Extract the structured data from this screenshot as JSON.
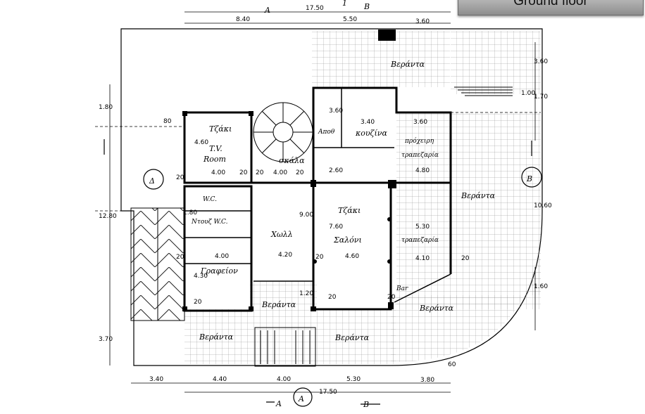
{
  "banner": {
    "title": "Ground floor"
  },
  "rooms": {
    "tzaki_tv": "Τζάκι",
    "tv_room": "T.V.",
    "tv_room_2": "Room",
    "tv_dim": "4.00",
    "wc": "W.C.",
    "ntouz_wc": "Ντουζ W.C.",
    "grafeion": "Γραφείον",
    "grafeion_dim": "4.00",
    "hol": "Χωλλ",
    "hol_dim": "4.20",
    "skala": "σκάλα",
    "skala_dim": "4.00",
    "apoth": "Αποθ",
    "kouzina": "κουζίνα",
    "kouzina_dim": "3.40",
    "proxeiri_1": "πρόχειρη",
    "proxeiri_2": "τραπεζαρία",
    "proxeiri_dim": "3.60",
    "tzaki_saloni": "Τζάκι",
    "saloni": "Σαλόνι",
    "saloni_dim": "4.60",
    "trapezaria": "τραπεζαρία",
    "trapezaria_dim": "4.10",
    "bar": "Bar",
    "veranta_top": "Βεράντα",
    "veranta_right": "Βεράντα",
    "veranta_front_1": "Βεράντα",
    "veranta_front_2": "Βεράντα",
    "veranta_bottom_left": "Βεράντα",
    "veranta_bottom_mid": "Βεράντα"
  },
  "sections": {
    "A_top": "A",
    "B_top": "B",
    "A_bottom": "A",
    "B_bottom": "B",
    "delta_left": "Δ",
    "beta_right": "B",
    "A_circle": "A",
    "circle_top": "1"
  },
  "dims_top": [
    "8.40",
    "17.50",
    "5.50",
    "3.60"
  ],
  "dims_bottom": [
    "3.40",
    "4.40",
    "4.00",
    "17.50",
    "5.30",
    "3.80",
    "60"
  ],
  "dims_left": [
    "1.80",
    "80",
    "12.80",
    "3.70"
  ],
  "dims_right": [
    "3.60",
    "1.00",
    "1.70",
    "10.60",
    "1.60"
  ],
  "dims_interior": [
    "4.60",
    "20",
    "20",
    "20",
    "2.60",
    "3.60",
    "4.80",
    "9.00",
    "7.60",
    "5.30",
    "1.80",
    "4.30",
    "20",
    "20",
    "20",
    "1.20",
    "20",
    "20",
    "20",
    "20"
  ]
}
